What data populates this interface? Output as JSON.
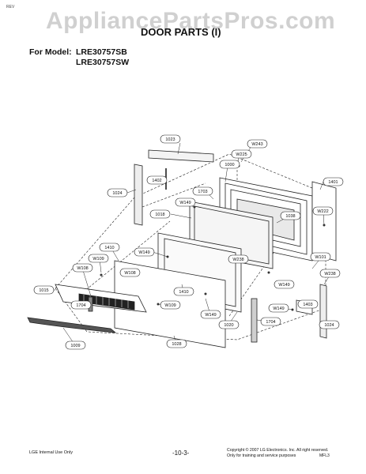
{
  "header": {
    "corner_mark": "REV",
    "watermark": "AppliancePartsPros.com",
    "title": "DOOR PARTS (I)",
    "model_label": "For Model:",
    "models": [
      "LRE30757SB",
      "LRE30757SW"
    ]
  },
  "callouts": [
    {
      "id": "1023"
    },
    {
      "id": "W243"
    },
    {
      "id": "W225"
    },
    {
      "id": "1000"
    },
    {
      "id": "1024"
    },
    {
      "id": "1402"
    },
    {
      "id": "1703"
    },
    {
      "id": "1401"
    },
    {
      "id": "W149"
    },
    {
      "id": "1018"
    },
    {
      "id": "1038"
    },
    {
      "id": "W222"
    },
    {
      "id": "1410"
    },
    {
      "id": "W149"
    },
    {
      "id": "W109"
    },
    {
      "id": "W238"
    },
    {
      "id": "W108"
    },
    {
      "id": "W101"
    },
    {
      "id": "W108"
    },
    {
      "id": "W238"
    },
    {
      "id": "1015"
    },
    {
      "id": "W149"
    },
    {
      "id": "1410"
    },
    {
      "id": "1704"
    },
    {
      "id": "W109"
    },
    {
      "id": "W149"
    },
    {
      "id": "1403"
    },
    {
      "id": "W149"
    },
    {
      "id": "1704"
    },
    {
      "id": "1020"
    },
    {
      "id": "1024"
    },
    {
      "id": "1009"
    },
    {
      "id": "1028"
    }
  ],
  "footer": {
    "left": "LGE Internal Use Only",
    "center": "-10-3-",
    "copyright": "Copyright © 2007 LG Electronics. Inc. All right reserved.",
    "note": "Only for training and service purposes",
    "code": "MFL3"
  }
}
